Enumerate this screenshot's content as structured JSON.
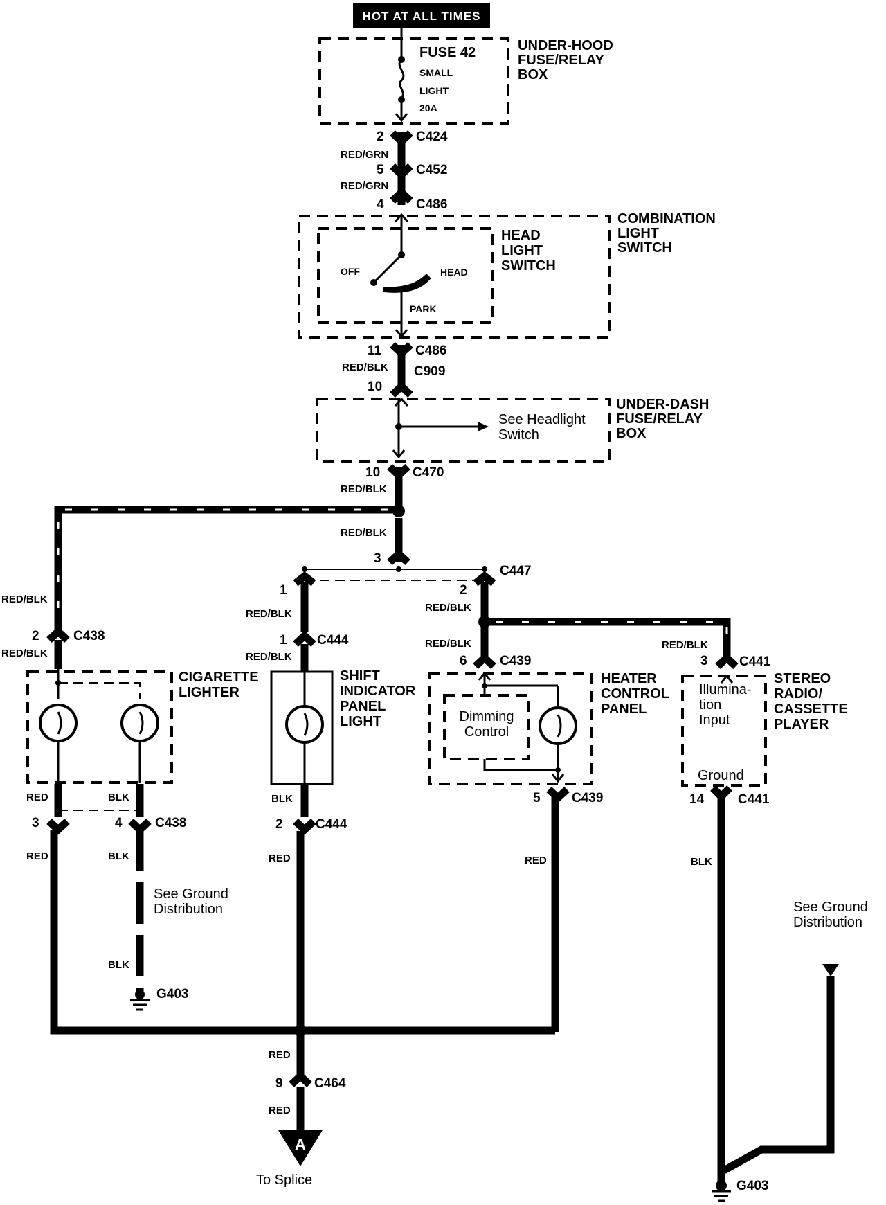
{
  "header": {
    "hot_label": "HOT AT ALL TIMES"
  },
  "underhood_box": {
    "name_lines": [
      "UNDER-HOOD",
      "FUSE/RELAY",
      "BOX"
    ],
    "fuse": "FUSE 42",
    "fuse_desc": [
      "SMALL",
      "LIGHT",
      "20A"
    ]
  },
  "connectors": {
    "c424": "C424",
    "c452": "C452",
    "c486_top": "C486",
    "c486_bot": "C486",
    "c909": "C909",
    "c470": "C470",
    "c447": "C447",
    "c438_top": "C438",
    "c444_top": "C444",
    "c439_top": "C439",
    "c441_top": "C441",
    "c438_bot": "C438",
    "c444_bot": "C444",
    "c439_bot": "C439",
    "c441_bot": "C441",
    "c464": "C464"
  },
  "pins": {
    "c424": "2",
    "c452": "5",
    "c486_top": "4",
    "c486_bot": "11",
    "c909": "10",
    "c470": "10",
    "c447_in": "3",
    "c447_1": "1",
    "c447_2": "2",
    "c438_top": "2",
    "c444_top": "1",
    "c439_top": "6",
    "c441_top": "3",
    "c438_red": "3",
    "c438_blk": "4",
    "c444_bot": "2",
    "c439_bot": "5",
    "c441_bot": "14",
    "c464": "9"
  },
  "wires": {
    "red_grn": "RED/GRN",
    "red_blk": "RED/BLK",
    "red": "RED",
    "blk": "BLK"
  },
  "combination_switch": {
    "name_lines": [
      "COMBINATION",
      "LIGHT",
      "SWITCH"
    ],
    "head_lines": [
      "HEAD",
      "LIGHT",
      "SWITCH"
    ],
    "positions": {
      "off": "OFF",
      "head": "HEAD",
      "park": "PARK"
    }
  },
  "underdash_box": {
    "name_lines": [
      "UNDER-DASH",
      "FUSE/RELAY",
      "BOX"
    ],
    "note_lines": [
      "See Headlight",
      "Switch"
    ]
  },
  "cigarette_lighter": {
    "name_lines": [
      "CIGARETTE",
      "LIGHTER"
    ]
  },
  "shift_indicator": {
    "name_lines": [
      "SHIFT",
      "INDICATOR",
      "PANEL",
      "LIGHT"
    ]
  },
  "heater_panel": {
    "name_lines": [
      "HEATER",
      "CONTROL",
      "PANEL"
    ],
    "dimming_lines": [
      "Dimming",
      "Control"
    ]
  },
  "stereo": {
    "name_lines": [
      "STEREO",
      "RADIO/",
      "CASSETTE",
      "PLAYER"
    ],
    "input_lines": [
      "Illumina-",
      "tion",
      "Input"
    ],
    "ground": "Ground"
  },
  "ground": {
    "see_dist_lines": [
      "See Ground",
      "Distribution"
    ],
    "g403": "G403"
  },
  "splice": {
    "letter": "A",
    "to_splice": "To Splice"
  }
}
